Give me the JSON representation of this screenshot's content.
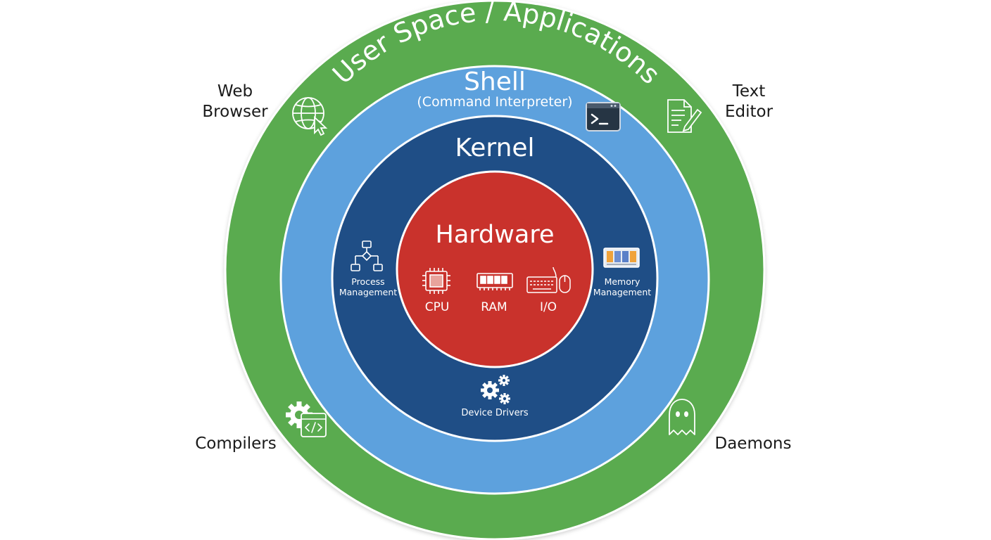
{
  "layers": {
    "user_space": {
      "title": "User Space / Applications",
      "color": "#5aab4f"
    },
    "shell": {
      "title": "Shell",
      "subtitle": "(Command Interpreter)",
      "color": "#5da1dd"
    },
    "kernel": {
      "title": "Kernel",
      "color": "#1f4e86"
    },
    "hardware": {
      "title": "Hardware",
      "color": "#c9322c"
    }
  },
  "applications": {
    "web_browser": {
      "line1": "Web",
      "line2": "Browser",
      "icon": "globe-cursor-icon"
    },
    "text_editor": {
      "line1": "Text",
      "line2": "Editor",
      "icon": "document-pencil-icon"
    },
    "compilers": {
      "label": "Compilers",
      "icon": "gear-code-icon"
    },
    "daemons": {
      "label": "Daemons",
      "icon": "ghost-icon"
    },
    "shell_icon": "terminal-icon"
  },
  "kernel_components": {
    "process_management": {
      "line1": "Process",
      "line2": "Management",
      "icon": "flowchart-icon"
    },
    "memory_management": {
      "line1": "Memory",
      "line2": "Management",
      "icon": "memory-blocks-icon"
    },
    "device_drivers": {
      "label": "Device Drivers",
      "icon": "gears-icon"
    }
  },
  "hardware_components": [
    {
      "label": "CPU",
      "icon": "cpu-chip-icon"
    },
    {
      "label": "RAM",
      "icon": "ram-module-icon"
    },
    {
      "label": "I/O",
      "icon": "keyboard-mouse-icon"
    }
  ]
}
